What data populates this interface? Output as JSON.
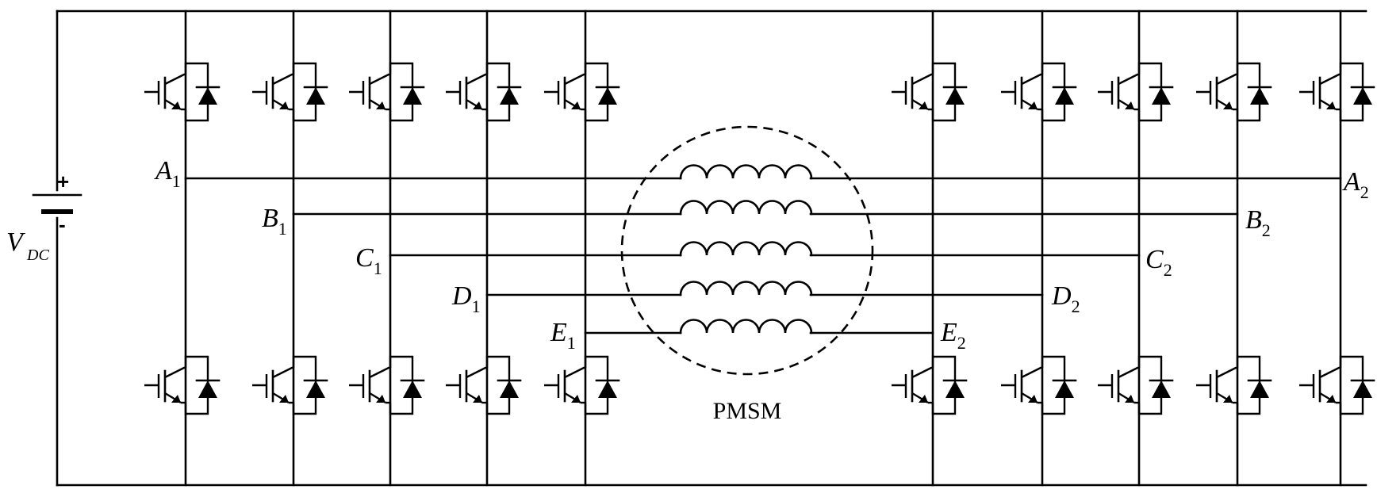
{
  "source": {
    "label_main": "V",
    "label_sub": "DC",
    "plus": "+",
    "minus": "-"
  },
  "motor": {
    "label": "PMSM"
  },
  "phases": [
    {
      "left": {
        "letter": "A",
        "index": "1"
      },
      "right": {
        "letter": "A",
        "index": "2"
      }
    },
    {
      "left": {
        "letter": "B",
        "index": "1"
      },
      "right": {
        "letter": "B",
        "index": "2"
      }
    },
    {
      "left": {
        "letter": "C",
        "index": "1"
      },
      "right": {
        "letter": "C",
        "index": "2"
      }
    },
    {
      "left": {
        "letter": "D",
        "index": "1"
      },
      "right": {
        "letter": "D",
        "index": "2"
      }
    },
    {
      "left": {
        "letter": "E",
        "index": "1"
      },
      "right": {
        "letter": "E",
        "index": "2"
      }
    }
  ]
}
